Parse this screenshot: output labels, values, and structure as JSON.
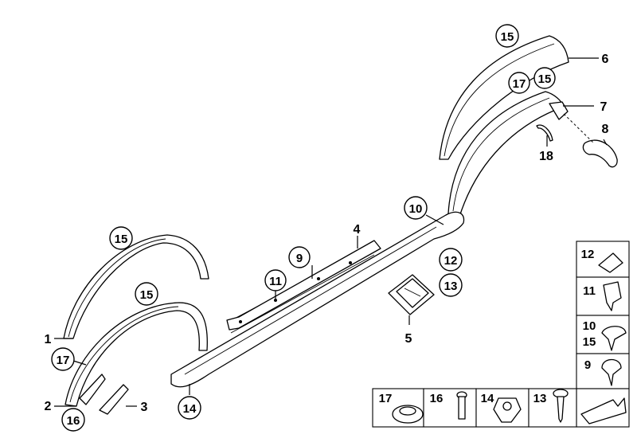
{
  "callouts": {
    "c15a": "15",
    "c6": "6",
    "c17a": "17",
    "c15b": "15",
    "c7": "7",
    "c8": "8",
    "c18": "18",
    "c10a": "10",
    "c4": "4",
    "c15c": "15",
    "c9a": "9",
    "c11a": "11",
    "c12a": "12",
    "c13a": "13",
    "c5": "5",
    "c15d": "15",
    "c1": "1",
    "c17b": "17",
    "c2": "2",
    "c3": "3",
    "c16a": "16",
    "c14a": "14"
  },
  "legend": {
    "side": {
      "c12": "12",
      "c11": "11",
      "c10": "10",
      "c15": "15",
      "c9": "9"
    },
    "bottom": {
      "c17": "17",
      "c16": "16",
      "c14": "14",
      "c13": "13"
    }
  }
}
